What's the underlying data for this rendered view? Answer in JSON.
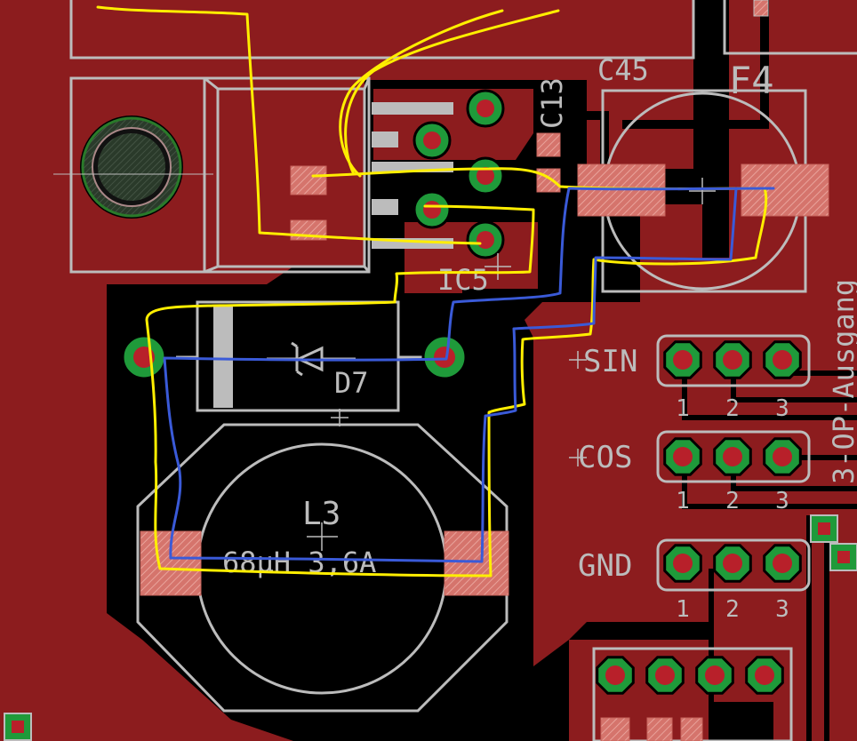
{
  "labels": {
    "c13": "C13",
    "c45": "C45",
    "f4": "F4",
    "ic5": "IC5",
    "d7": "D7",
    "l3": "L3",
    "l3_value": "68µH 3,6A",
    "sin": "SIN",
    "cos": "COS",
    "gnd": "GND",
    "op_ausgang": "3-OP-Ausgang"
  },
  "pin_numbers": [
    "1",
    "2",
    "3"
  ],
  "colors": {
    "board_copper": "#8c1c1e",
    "board_dark": "#6e1416",
    "background": "#000000",
    "outline": "#bcbcbc",
    "pad_green": "#1f9a3a",
    "pad_red": "#b8202a",
    "yellow_trace": "#ffee00",
    "blue_trace": "#3a5ad8"
  }
}
